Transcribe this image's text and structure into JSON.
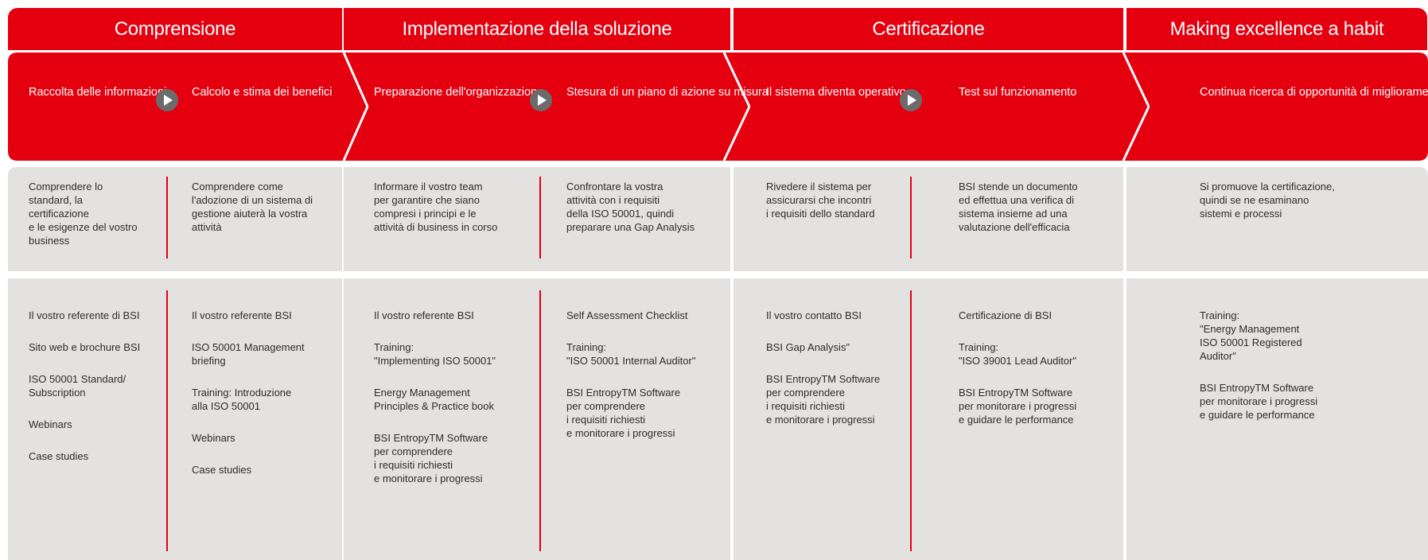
{
  "phases": [
    {
      "title": "Comprensione"
    },
    {
      "title": "Implementazione della soluzione"
    },
    {
      "title": "Certificazione"
    },
    {
      "title": "Making excellence a habit"
    }
  ],
  "steps": [
    "Raccolta\ndelle informazioni",
    "Calcolo e stima dei\nbenefici",
    "Preparazione\ndell'organizzazione",
    "Stesura di un piano di\nazione su misura",
    "Il sistema diventa\noperativo",
    "Test sul\nfunzionamento",
    "Continua ricerca di opportunità\ndi miglioramento"
  ],
  "descriptions": [
    "Comprendere lo\nstandard, la\ncertificazione\ne le esigenze del vostro\nbusiness",
    "Comprendere come\nl'adozione di un sistema di\ngestione aiuterà la vostra\nattività",
    "Informare il vostro team\nper garantire che siano\ncompresi i principi e le\nattività di business in corso",
    "Confrontare la vostra\nattività con i requisiti\ndella ISO 50001, quindi\npreparare una Gap Analysis",
    "Rivedere il sistema per\nassicurarsi che incontri\ni requisiti dello standard",
    "BSI stende un documento\ned effettua una verifica di\nsistema insieme ad una\nvalutazione dell'efficacia",
    "Si promuove la certificazione,\nquindi se ne esaminano\nsistemi e processi"
  ],
  "resources": [
    [
      "Il vostro referente di BSI",
      "Sito web e brochure BSI",
      "ISO 50001 Standard/\nSubscription",
      "Webinars",
      "Case studies"
    ],
    [
      "Il vostro referente BSI",
      "ISO 50001 Management\nbriefing",
      "Training: Introduzione\nalla ISO 50001",
      "Webinars",
      "Case studies"
    ],
    [
      "Il vostro referente BSI",
      "Training:\n\"Implementing ISO 50001\"",
      "Energy Management\nPrinciples & Practice book",
      "BSI EntropyTM Software\nper comprendere\ni requisiti richiesti\ne monitorare i progressi"
    ],
    [
      "Self Assessment Checklist",
      "Training:\n\"ISO 50001 Internal Auditor\"",
      "BSI EntropyTM Software\nper comprendere\ni requisiti richiesti\ne monitorare i progressi"
    ],
    [
      "Il vostro contatto BSI",
      "BSI Gap Analysis\"",
      "BSI EntropyTM Software\nper comprendere\ni requisiti richiesti\ne monitorare i progressi"
    ],
    [
      "Certificazione di BSI",
      "Training:\n \"ISO 39001 Lead Auditor\"",
      "BSI EntropyTM Software\nper monitorare i progressi\ne guidare le performance"
    ],
    [
      "Training:\n\"Energy Management\nISO 50001 Registered\nAuditor\"",
      "BSI EntropyTM Software\nper monitorare i progressi\ne guidare le performance"
    ]
  ],
  "colors": {
    "accent": "#e4000f",
    "panel": "#e3e2e1",
    "icon": "#6b6b6b"
  },
  "icons": [
    "play-arrow-icon"
  ]
}
